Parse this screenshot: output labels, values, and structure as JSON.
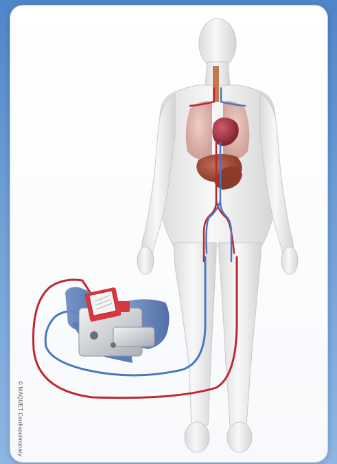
{
  "figure": {
    "copyright": "© MAQUET Cardiopulmonary"
  },
  "colors": {
    "background": "#5f93d0",
    "arterial_line": "#c0262d",
    "venous_line": "#4a76c2",
    "body": "#eeeeee"
  },
  "icons": {
    "body": "human-body-figure",
    "organs": "heart-lungs-organs",
    "device": "ecmo-pump-device"
  }
}
